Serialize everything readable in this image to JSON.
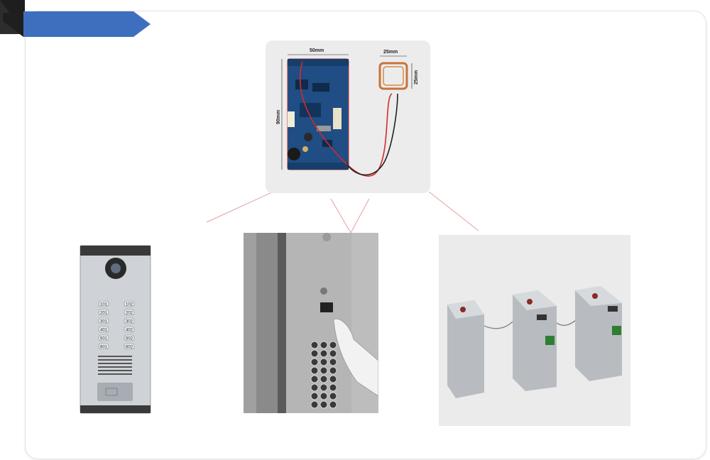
{
  "slide": {
    "title": "",
    "colors": {
      "banner": "#3e6fbf",
      "banner_dark": "#2d2d2d",
      "pcb": "#1f4d84",
      "callout_line": "#e3a0a0"
    }
  },
  "board_image": {
    "width_label": "50mm",
    "height_label": "90mm",
    "coil_width_label": "25mm",
    "coil_height_label": "25mm"
  },
  "photos": [
    {
      "id": "intercom-panel",
      "apartments": [
        "101",
        "102",
        "201",
        "202",
        "301",
        "302",
        "401",
        "402",
        "501",
        "502",
        "601",
        "602"
      ]
    },
    {
      "id": "elevator-card-reader"
    },
    {
      "id": "turnstile-gates",
      "watermark": ""
    }
  ]
}
